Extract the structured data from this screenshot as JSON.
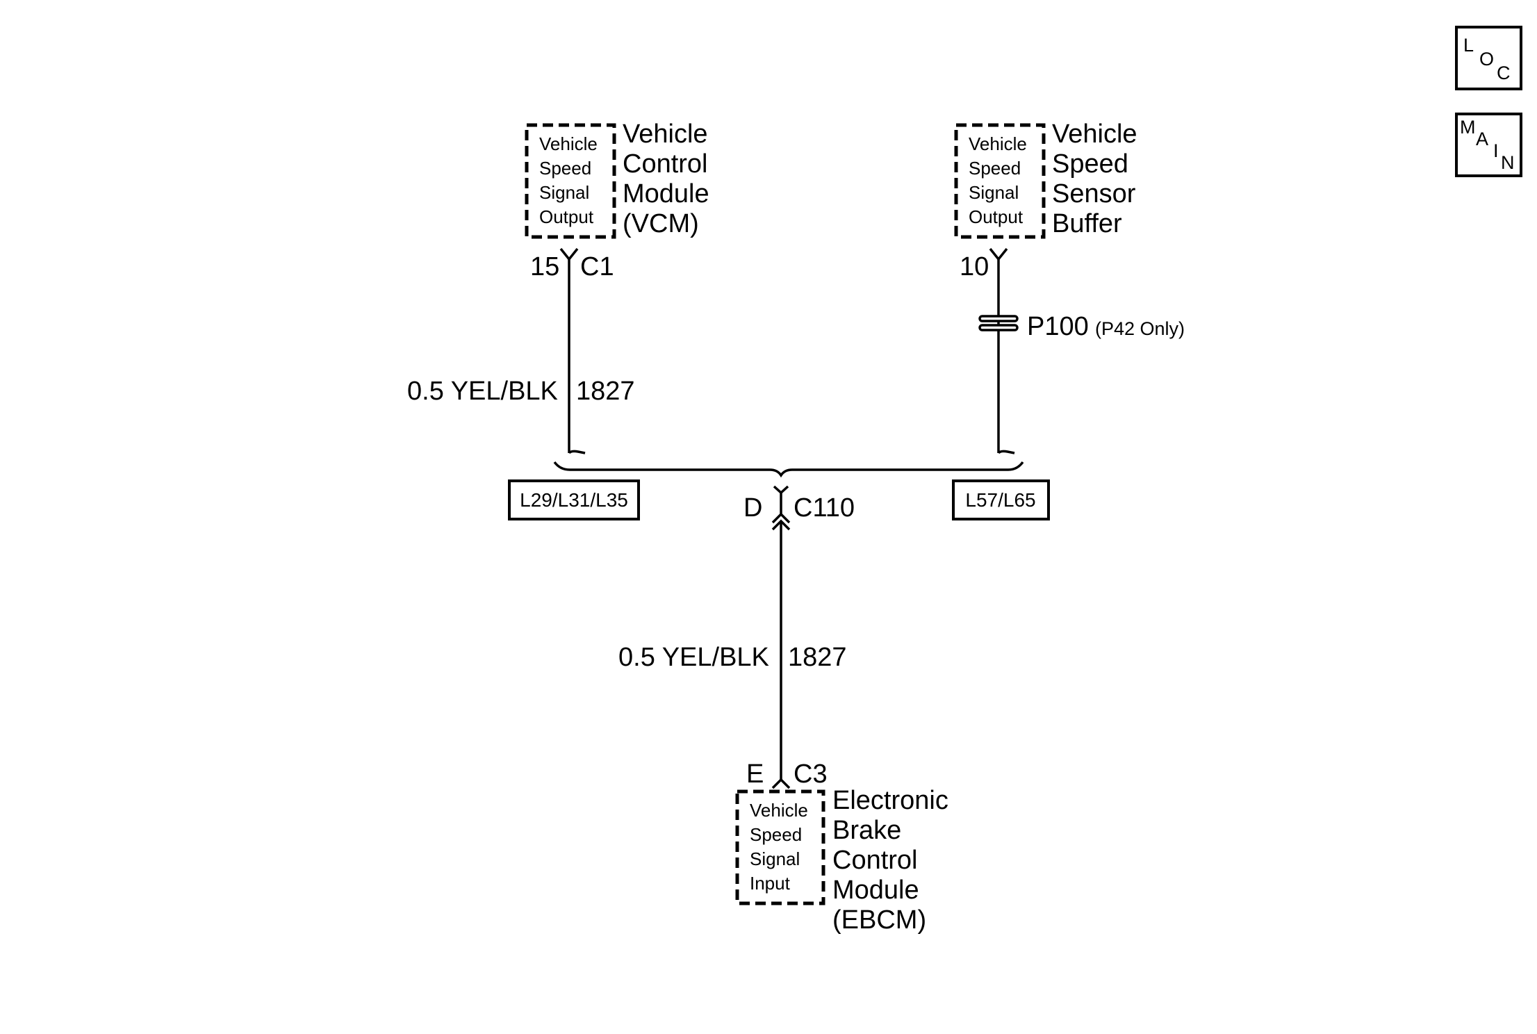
{
  "vcm": {
    "inner": [
      "Vehicle",
      "Speed",
      "Signal",
      "Output"
    ],
    "label": [
      "Vehicle",
      "Control",
      "Module",
      "(VCM)"
    ],
    "pin": "15",
    "connector": "C1"
  },
  "vss_buffer": {
    "inner": [
      "Vehicle",
      "Speed",
      "Signal",
      "Output"
    ],
    "label": [
      "Vehicle",
      "Speed",
      "Sensor",
      "Buffer"
    ],
    "pin": "10",
    "splice": "P100",
    "splice_note": "(P42 Only)"
  },
  "wire_top": {
    "gauge_color": "0.5 YEL/BLK",
    "circuit": "1827"
  },
  "options": {
    "left": "L29/L31/L35",
    "right": "L57/L65"
  },
  "c110": {
    "pin": "D",
    "connector": "C110"
  },
  "wire_bottom": {
    "gauge_color": "0.5 YEL/BLK",
    "circuit": "1827"
  },
  "ebcm": {
    "pin": "E",
    "connector": "C3",
    "inner": [
      "Vehicle",
      "Speed",
      "Signal",
      "Input"
    ],
    "label": [
      "Electronic",
      "Brake",
      "Control",
      "Module",
      "(EBCM)"
    ]
  },
  "nav": {
    "loc": [
      "L",
      "O",
      "C"
    ],
    "main": [
      "M",
      "A",
      "I",
      "N"
    ]
  }
}
